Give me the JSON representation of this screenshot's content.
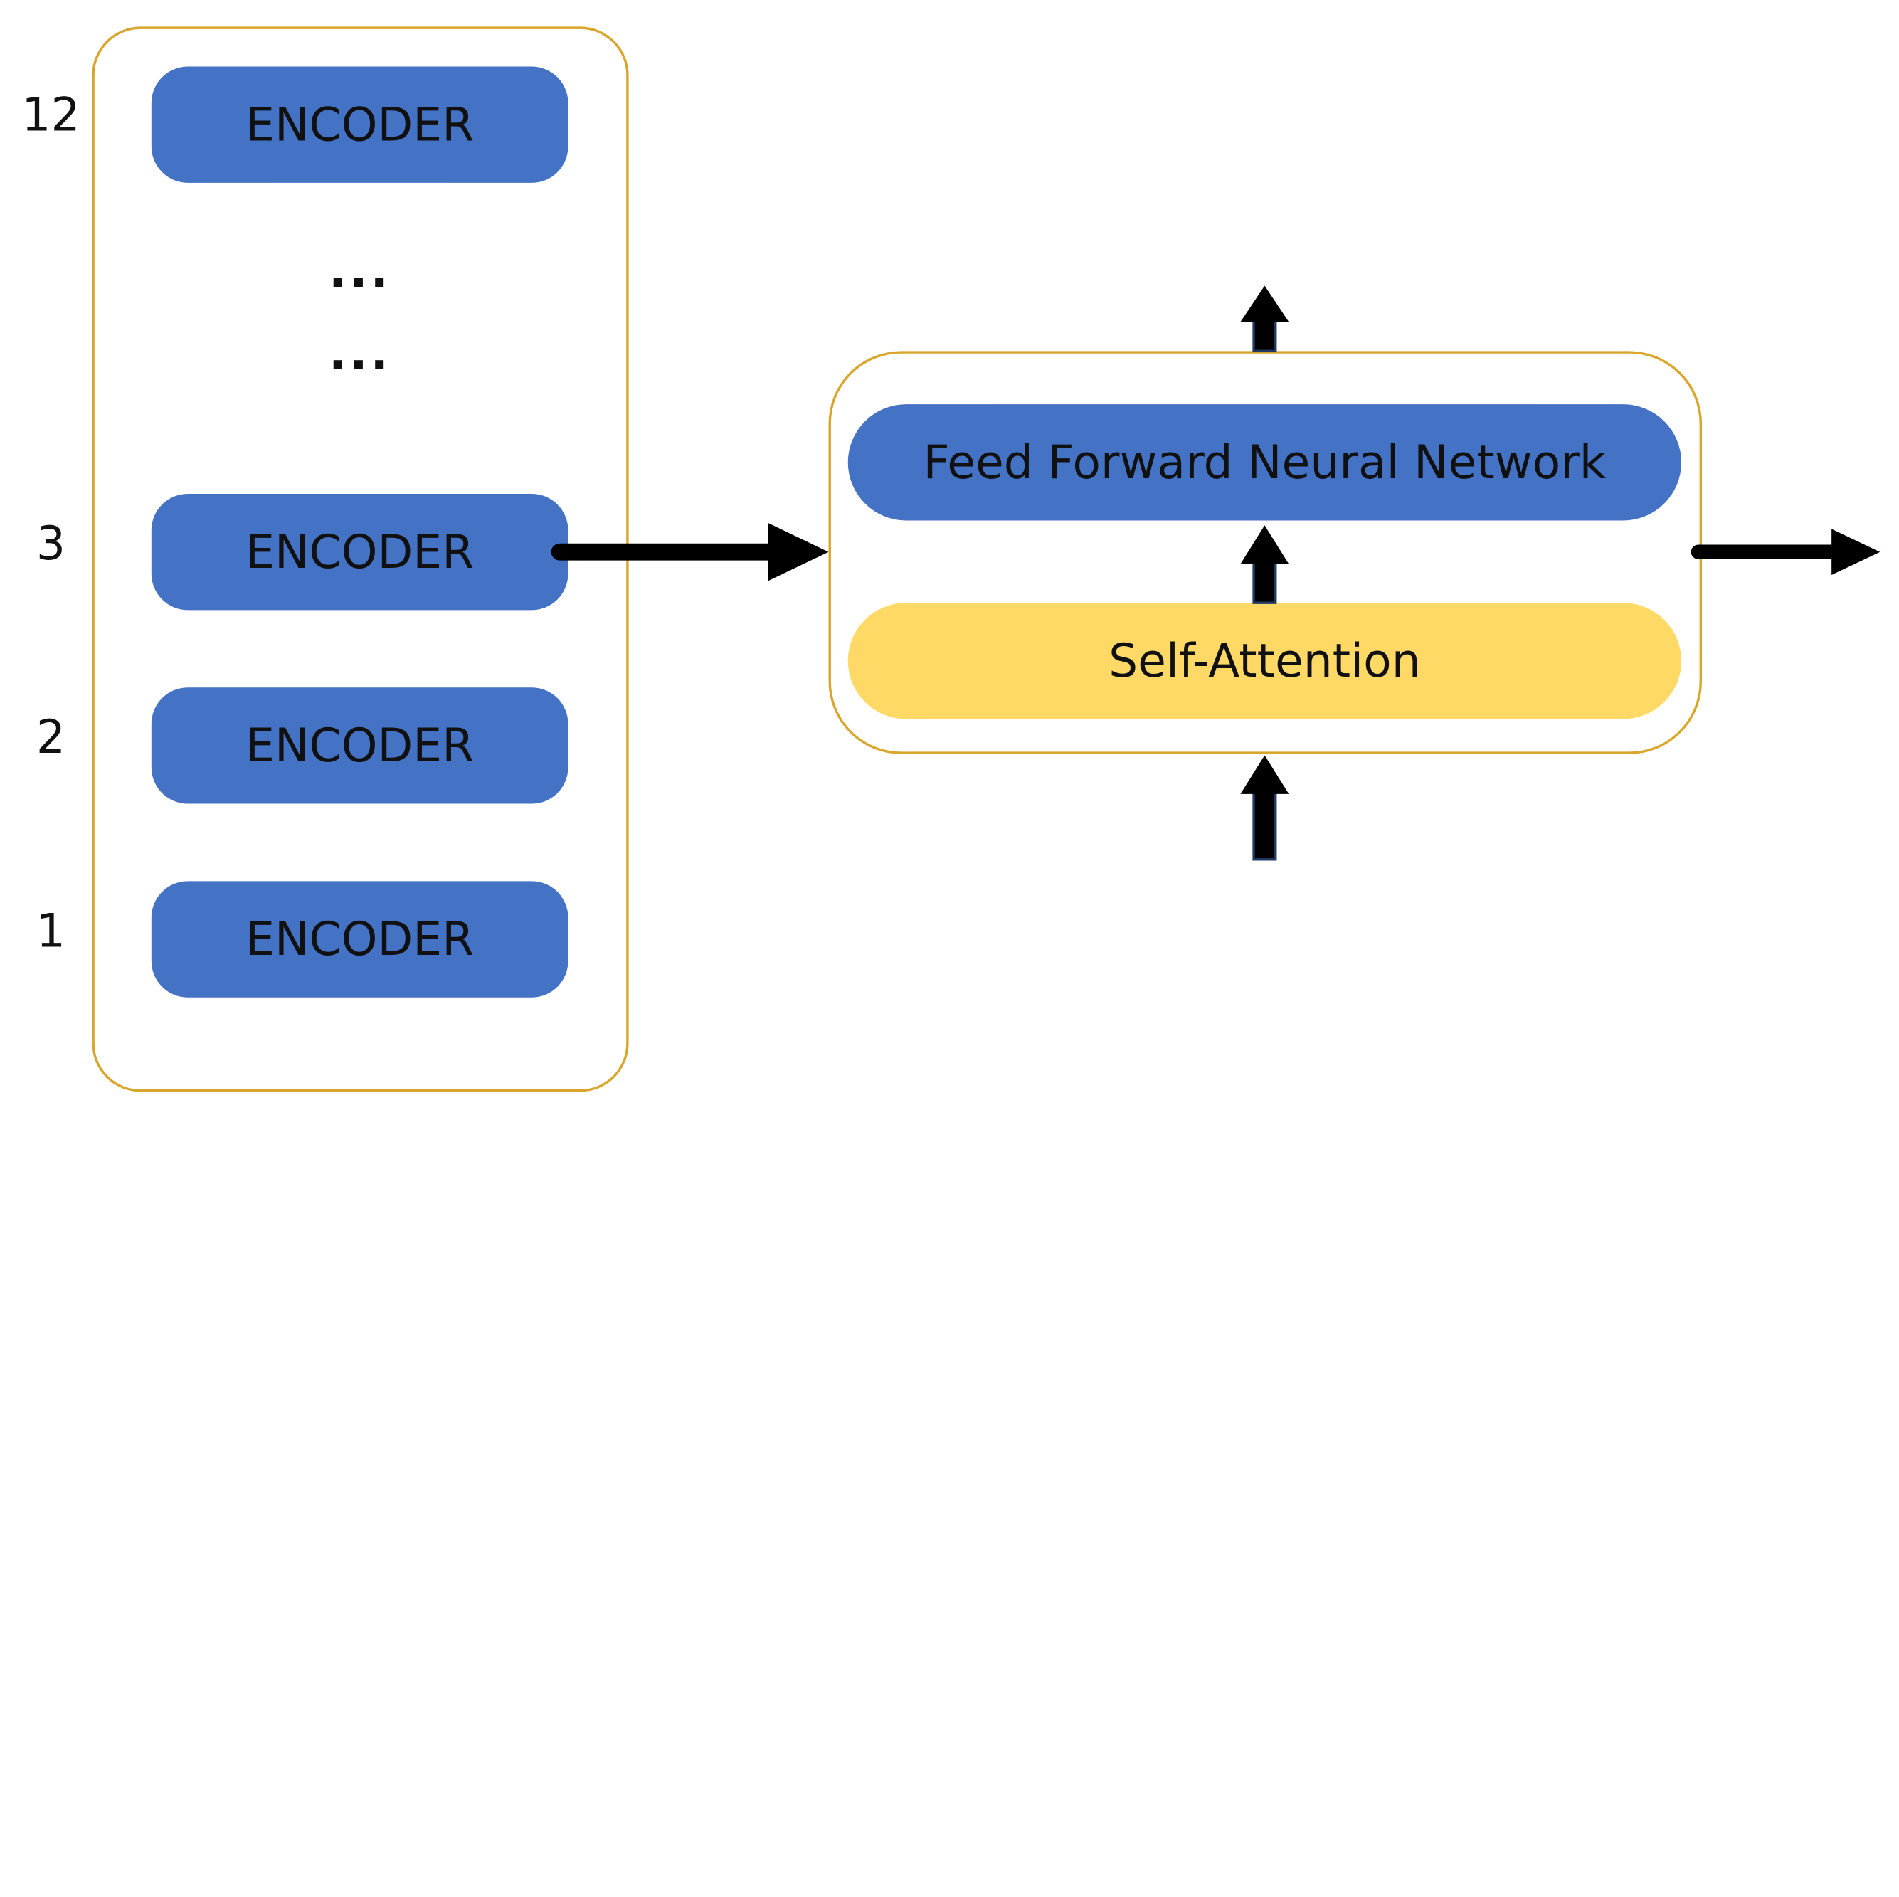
{
  "encoder_stack": {
    "layers": [
      {
        "number": "12",
        "label": "ENCODER"
      },
      {
        "number": "3",
        "label": "ENCODER"
      },
      {
        "number": "2",
        "label": "ENCODER"
      },
      {
        "number": "1",
        "label": "ENCODER"
      }
    ],
    "ellipsis": [
      "...",
      "..."
    ]
  },
  "encoder_detail": {
    "feed_forward_label": "Feed Forward Neural Network",
    "self_attention_label": "Self-Attention"
  },
  "colors": {
    "block_blue": "#4472c4",
    "block_yellow": "#ffd966",
    "frame_border": "#d9a52b",
    "arrow": "#000000"
  }
}
